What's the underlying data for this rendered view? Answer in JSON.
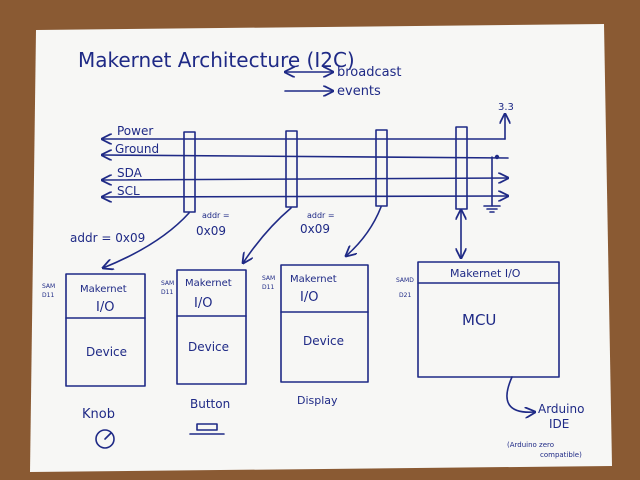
{
  "title": "Makernet Architecture (I2C)",
  "legend": {
    "broadcast": "broadcast",
    "events": "events"
  },
  "power_label": "3.3",
  "bus_lines": [
    "Power",
    "Ground",
    "SDA",
    "SCL"
  ],
  "addresses": {
    "knob": "addr = 0x09",
    "button_top": "addr =",
    "button_bottom": "0x09",
    "display_top": "addr =",
    "display_bottom": "0x09"
  },
  "chip_labels": {
    "knob_top": "SAM",
    "knob_bottom": "D11",
    "button_top": "SAM",
    "button_bottom": "D11",
    "display_top": "SAM",
    "display_bottom": "D11",
    "mcu_top": "SAMD",
    "mcu_bottom": "D21"
  },
  "module_header_top": "Makernet",
  "module_header_bottom": "I/O",
  "module_body": "Device",
  "devices": [
    "Knob",
    "Button",
    "Display"
  ],
  "mcu": {
    "header": "Makernet I/O",
    "body": "MCU"
  },
  "arduino": {
    "line1": "Arduino",
    "line2": "IDE",
    "note1": "(Arduino zero",
    "note2": "compatible)"
  }
}
